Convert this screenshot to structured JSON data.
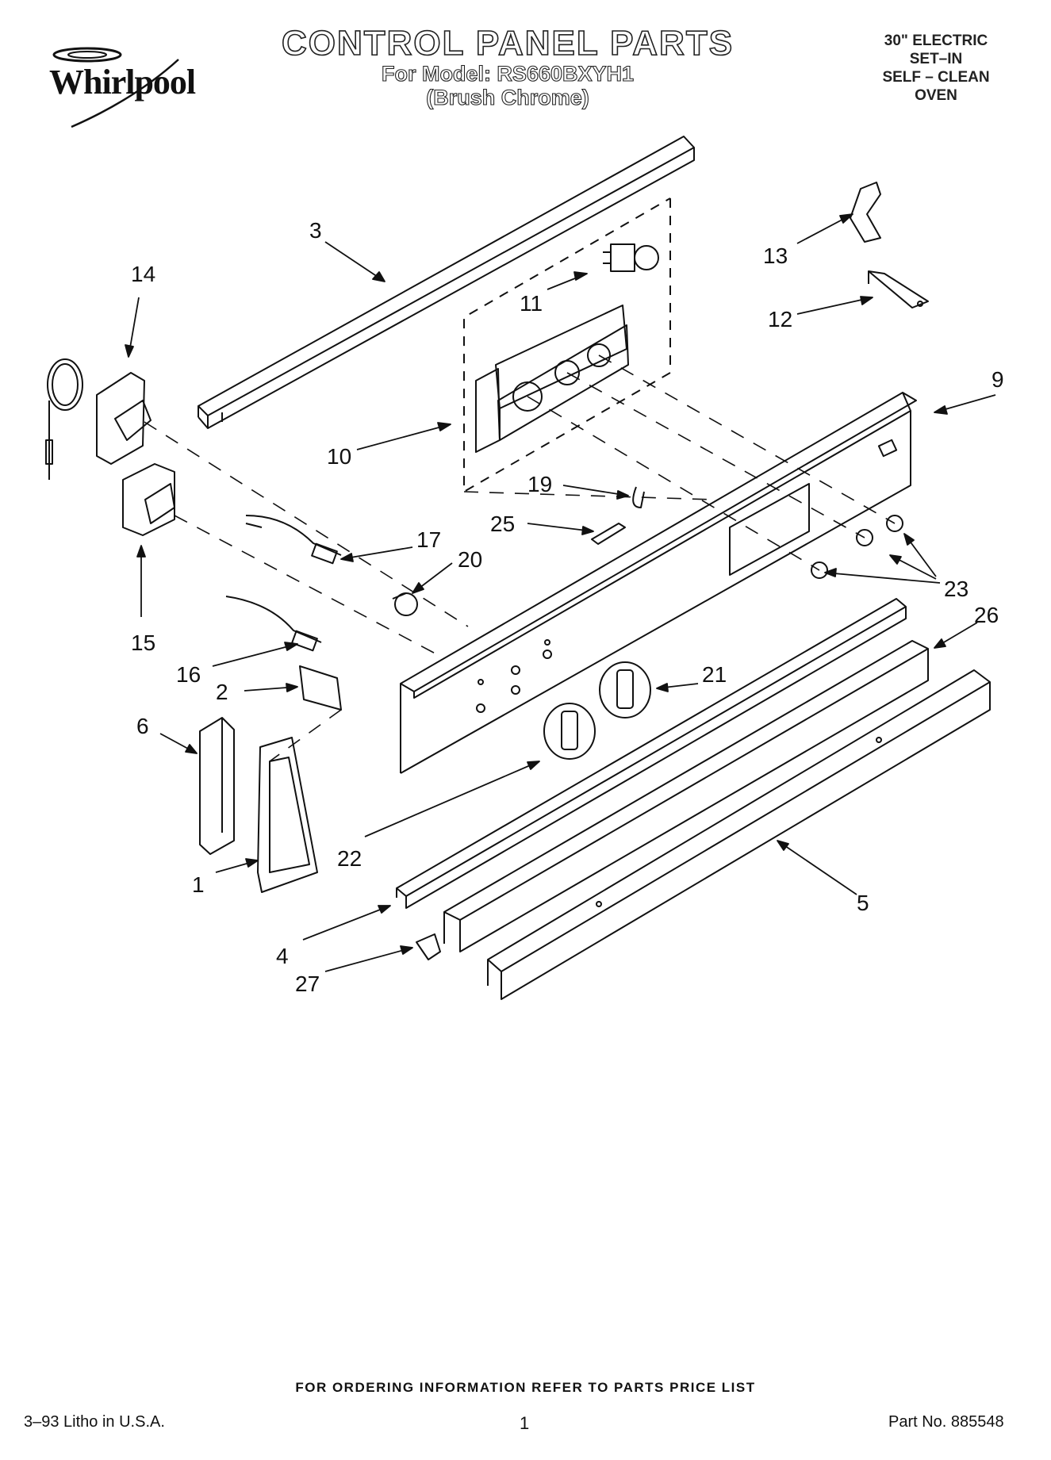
{
  "header": {
    "brand": "Whirlpool",
    "title": "CONTROL PANEL PARTS",
    "model_line": "For Model: RS660BXYH1",
    "finish_line": "(Brush Chrome)",
    "spec_lines": [
      "30\" ELECTRIC",
      "SET–IN",
      "SELF – CLEAN",
      "OVEN"
    ]
  },
  "callouts": {
    "c1": "1",
    "c2": "2",
    "c3": "3",
    "c4": "4",
    "c5": "5",
    "c6": "6",
    "c9": "9",
    "c10": "10",
    "c11": "11",
    "c12": "12",
    "c13": "13",
    "c14": "14",
    "c15": "15",
    "c16": "16",
    "c17": "17",
    "c19": "19",
    "c20": "20",
    "c21": "21",
    "c22": "22",
    "c23": "23",
    "c25": "25",
    "c26": "26",
    "c27": "27"
  },
  "footer": {
    "order_note": "FOR ORDERING INFORMATION REFER TO PARTS PRICE LIST",
    "litho": "3–93 Litho in U.S.A.",
    "page": "1",
    "part_no": "Part No. 885548"
  }
}
